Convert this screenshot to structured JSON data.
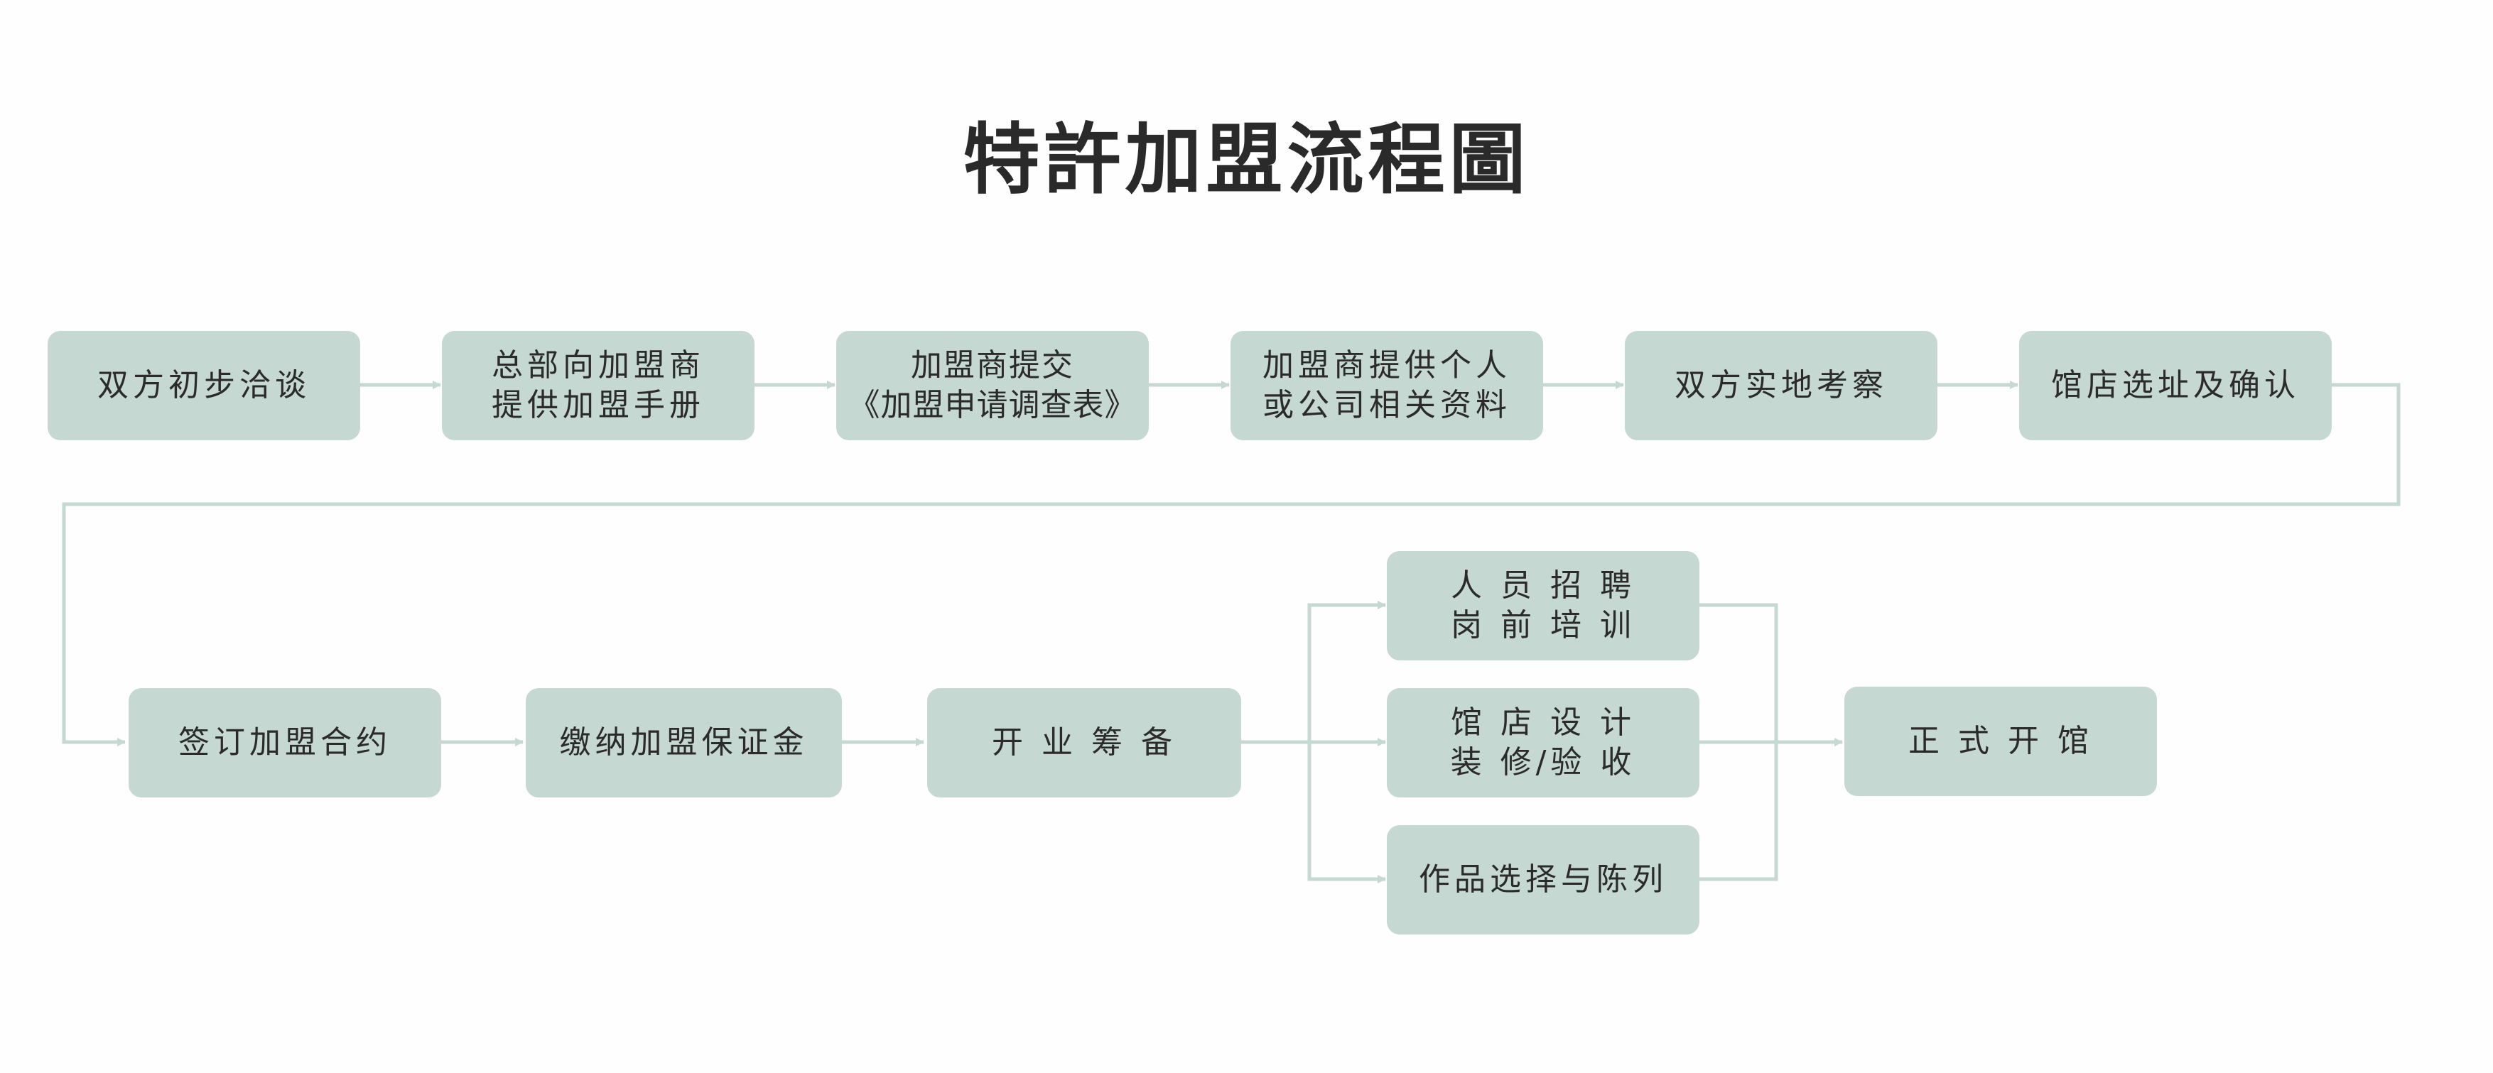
{
  "title": "特許加盟流程圖",
  "colors": {
    "box_fill": "#c6d8d2",
    "connector": "#c6d8d2",
    "text": "#2b2b2b"
  },
  "steps": [
    {
      "id": "s1",
      "lines": [
        "双方初步洽谈"
      ]
    },
    {
      "id": "s2",
      "lines": [
        "总部向加盟商",
        "提供加盟手册"
      ]
    },
    {
      "id": "s3",
      "lines": [
        "加盟商提交",
        "《加盟申请调查表》"
      ]
    },
    {
      "id": "s4",
      "lines": [
        "加盟商提供个人",
        "或公司相关资料"
      ]
    },
    {
      "id": "s5",
      "lines": [
        "双方实地考察"
      ]
    },
    {
      "id": "s6",
      "lines": [
        "馆店选址及确认"
      ]
    },
    {
      "id": "s7",
      "lines": [
        "签订加盟合约"
      ]
    },
    {
      "id": "s8",
      "lines": [
        "缴纳加盟保证金"
      ]
    },
    {
      "id": "s9",
      "lines": [
        "开 业 筹 备"
      ]
    },
    {
      "id": "s10",
      "lines": [
        "人 员 招 聘",
        "岗 前 培 训"
      ]
    },
    {
      "id": "s11",
      "lines": [
        "馆 店 设 计",
        "装 修/验 收"
      ]
    },
    {
      "id": "s12",
      "lines": [
        "作品选择与陈列"
      ]
    },
    {
      "id": "s13",
      "lines": [
        "正 式 开 馆"
      ]
    }
  ]
}
